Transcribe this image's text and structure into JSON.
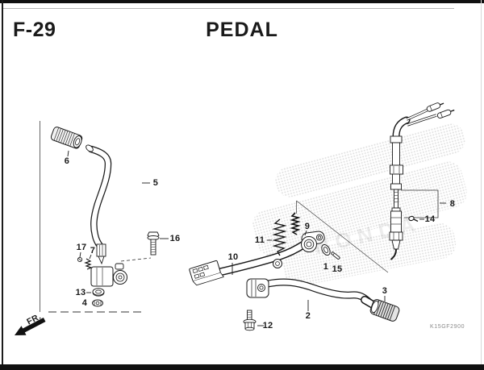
{
  "page": {
    "section_code": "F-29",
    "title": "PEDAL",
    "document_code": "K15GF2900",
    "fr_label": "FR.",
    "watermark_text": "HONDA",
    "ink_color": "#1a1a1a",
    "paper_color": "#ffffff"
  },
  "callouts": [
    {
      "ref": "6"
    },
    {
      "ref": "5"
    },
    {
      "ref": "16"
    },
    {
      "ref": "17"
    },
    {
      "ref": "7"
    },
    {
      "ref": "13"
    },
    {
      "ref": "4"
    },
    {
      "ref": "11"
    },
    {
      "ref": "9"
    },
    {
      "ref": "10"
    },
    {
      "ref": "1"
    },
    {
      "ref": "15"
    },
    {
      "ref": "2"
    },
    {
      "ref": "12"
    },
    {
      "ref": "3"
    },
    {
      "ref": "8"
    },
    {
      "ref": "14"
    }
  ]
}
